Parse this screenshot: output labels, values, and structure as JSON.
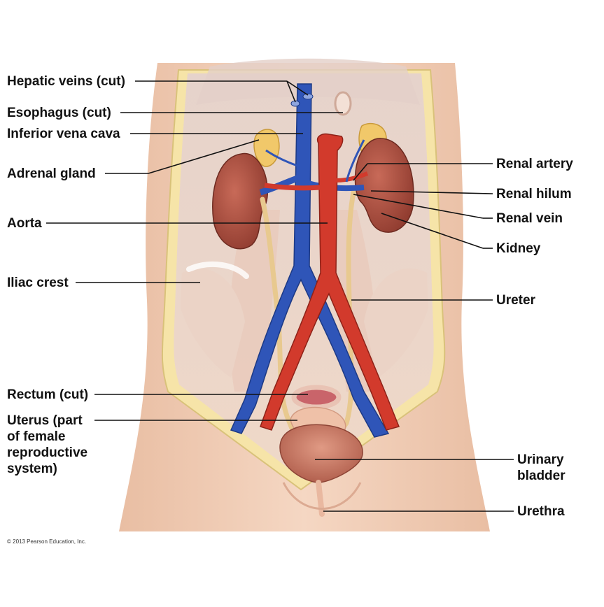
{
  "labels": {
    "hepatic_veins": "Hepatic veins (cut)",
    "esophagus": "Esophagus (cut)",
    "inferior_vena_cava": "Inferior vena cava",
    "adrenal_gland": "Adrenal gland",
    "aorta": "Aorta",
    "iliac_crest": "Iliac crest",
    "rectum": "Rectum (cut)",
    "uterus": "Uterus (part\nof female\nreproductive\nsystem)",
    "renal_artery": "Renal artery",
    "renal_hilum": "Renal hilum",
    "renal_vein": "Renal vein",
    "kidney": "Kidney",
    "ureter": "Ureter",
    "urinary_bladder": "Urinary\nbladder",
    "urethra": "Urethra"
  },
  "copyright": "© 2013 Pearson Education, Inc.",
  "colors": {
    "skin": "#f2cdb6",
    "cavity": "#ead8ce",
    "vein": "#2f55b8",
    "artery": "#d23a2c",
    "kidney": "#a94a3c",
    "ureter": "#e8c98f",
    "fat": "#f6e4a8"
  }
}
